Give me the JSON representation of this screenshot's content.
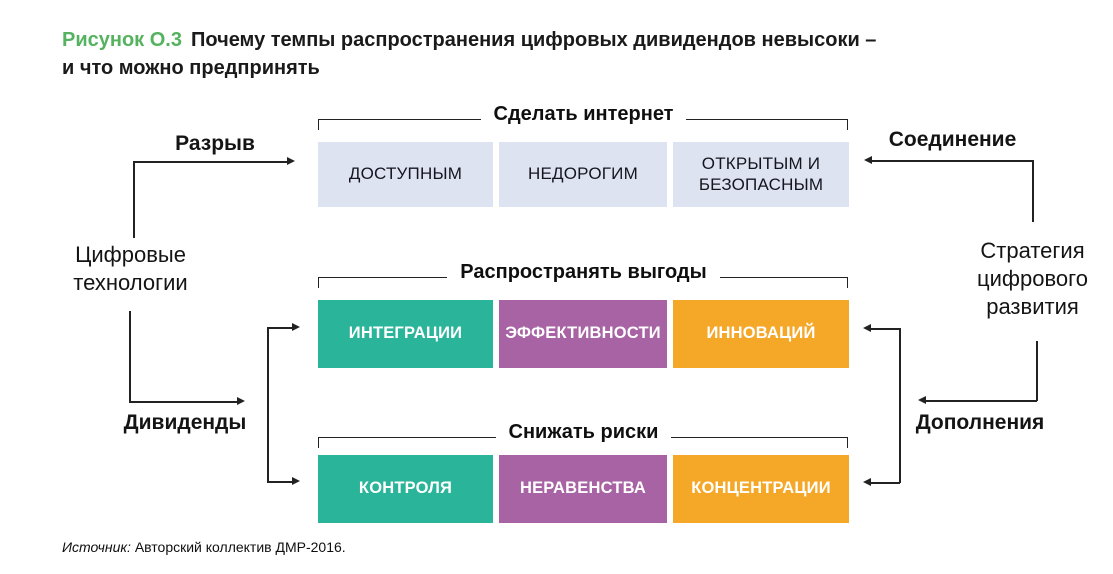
{
  "figure_label": "Рисунок О.3",
  "title": {
    "line1": "Почему темпы распространения цифровых дивидендов невысоки –",
    "line2": "и что можно предпринять"
  },
  "sections": [
    {
      "header": "Сделать интернет",
      "boxes": [
        {
          "label": "ДОСТУПНЫМ",
          "color": "light"
        },
        {
          "label": "НЕДОРОГИМ",
          "color": "light"
        },
        {
          "label": "ОТКРЫТЫМ И БЕЗОПАСНЫМ",
          "color": "light"
        }
      ]
    },
    {
      "header": "Распространять выгоды",
      "boxes": [
        {
          "label": "ИНТЕГРАЦИИ",
          "color": "teal"
        },
        {
          "label": "ЭФФЕКТИВНОСТИ",
          "color": "purple"
        },
        {
          "label": "ИННОВАЦИЙ",
          "color": "orange"
        }
      ]
    },
    {
      "header": "Снижать риски",
      "boxes": [
        {
          "label": "КОНТРОЛЯ",
          "color": "teal"
        },
        {
          "label": "НЕРАВЕНСТВА",
          "color": "purple"
        },
        {
          "label": "КОНЦЕНТРАЦИИ",
          "color": "orange"
        }
      ]
    }
  ],
  "left": {
    "gap": "Разрыв",
    "technologies": "Цифровые технологии",
    "dividends": "Дивиденды"
  },
  "right": {
    "connection": "Соединение",
    "strategy": "Стратегия цифрового развития",
    "complements": "Дополнения"
  },
  "source": {
    "prefix": "Источник:",
    "text": "Авторский коллектив ДМР-2016."
  },
  "colors": {
    "accent_green": "#55b25f",
    "teal": "#2ab499",
    "purple": "#a763a3",
    "orange": "#f5a728",
    "light_box": "#dde3f1",
    "line": "#222222"
  }
}
